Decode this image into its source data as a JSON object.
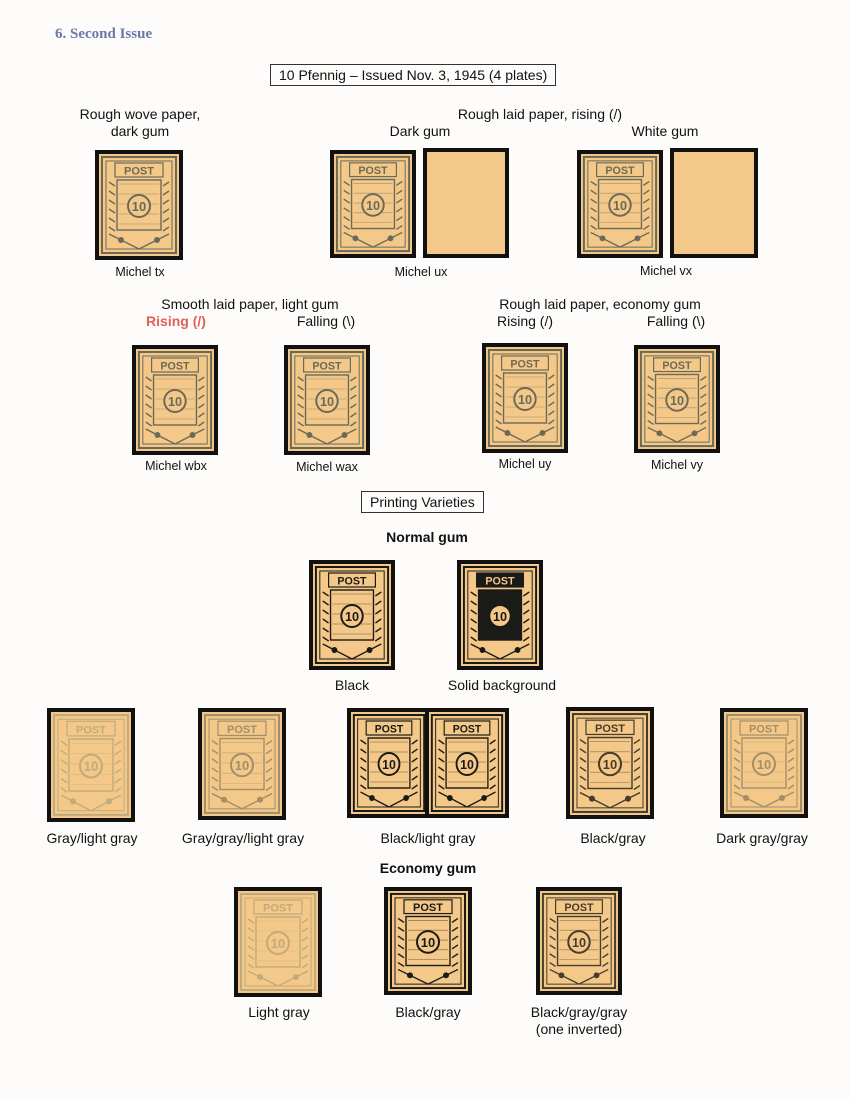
{
  "page": {
    "section_title": "6. Second Issue",
    "header_box": "10 Pfennig – Issued Nov. 3, 1945 (4 plates)",
    "printing_box": "Printing Varieties"
  },
  "row1": {
    "group1_line1": "Rough wove paper,",
    "group1_line2": "dark gum",
    "group2_heading": "Rough laid paper, rising (/)",
    "group2_sub1": "Dark gum",
    "group2_sub2": "White gum",
    "cap_tx": "Michel tx",
    "cap_ux": "Michel ux",
    "cap_vx": "Michel vx"
  },
  "row2": {
    "group1_heading": "Smooth laid paper, light gum",
    "group1_sub1": "Rising (/)",
    "group1_sub2": "Falling (\\)",
    "group2_heading": "Rough laid paper, economy gum",
    "group2_sub1": "Rising (/)",
    "group2_sub2": "Falling (\\)",
    "cap_wbx": "Michel wbx",
    "cap_wax": "Michel wax",
    "cap_uy": "Michel uy",
    "cap_vy": "Michel vy"
  },
  "normal": {
    "heading": "Normal gum",
    "cap_black": "Black",
    "cap_solid": "Solid background",
    "cap_gray_light": "Gray/light gray",
    "cap_gray_gray_light": "Gray/gray/light gray",
    "cap_black_light": "Black/light gray",
    "cap_black_gray": "Black/gray",
    "cap_dark_gray": "Dark gray/gray"
  },
  "economy": {
    "heading": "Economy gum",
    "cap_light": "Light gray",
    "cap_black_gray": "Black/gray",
    "cap_bgg_line1": "Black/gray/gray",
    "cap_bgg_line2": "(one inverted)"
  },
  "stamp": {
    "post_text": "POST",
    "value_text": "10",
    "paper_color": "#f3c888",
    "ink_gray": "#6b6a58",
    "ink_black": "#1a1a18",
    "ink_light": "#b9a77c"
  }
}
